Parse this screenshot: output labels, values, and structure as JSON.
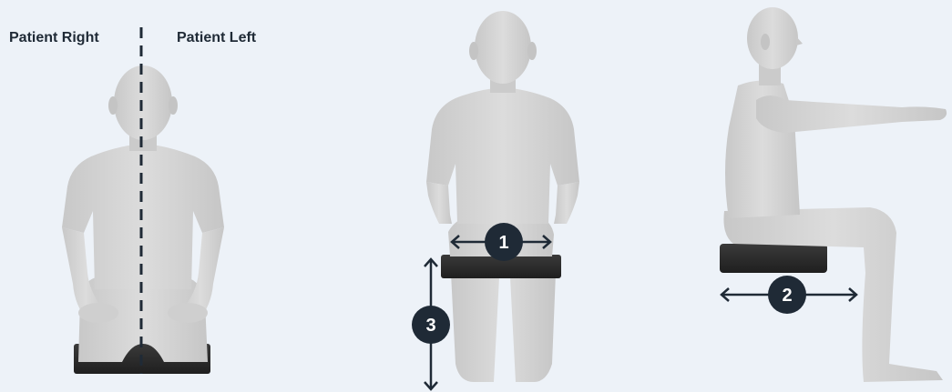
{
  "labels": {
    "patient_right": "Patient Right",
    "patient_left": "Patient Left"
  },
  "measurements": [
    {
      "number": "1"
    },
    {
      "number": "2"
    },
    {
      "number": "3"
    }
  ],
  "colors": {
    "background": "#edf2f8",
    "figure": "#d3d3d3",
    "figure_shade": "#c2c2c2",
    "cushion": "#2c2c2c",
    "accent": "#1f2a36"
  },
  "icons": {
    "midline": "dashed-midline",
    "arrow": "double-headed-arrow"
  }
}
